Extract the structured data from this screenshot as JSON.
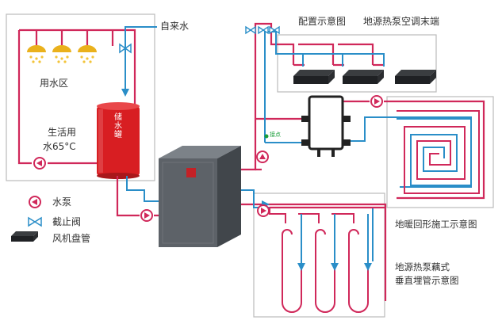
{
  "labels": {
    "tap_water": "自来水",
    "water_zone": "用水区",
    "domestic_line1": "生活用",
    "domestic_line2": "水65°C",
    "tank": "储水罐",
    "config_title": "配置示意图",
    "ac_title": "地源热泵空调末端",
    "floor_heating": "地暖回形施工示意图",
    "vertical_line1": "地源热泵藕式",
    "vertical_line2": "垂直埋管示意图",
    "tap_point": "接点"
  },
  "legend": [
    {
      "icon": "pump-icon",
      "label": "水泵"
    },
    {
      "icon": "valve-icon",
      "label": "截止阀"
    },
    {
      "icon": "fan-coil-icon",
      "label": "风机盘管"
    }
  ],
  "colors": {
    "supply": "#d0285a",
    "return": "#2a8ec8",
    "tank": "#d81e22",
    "unit": "#555a5f",
    "border": "#bbbbbb"
  }
}
